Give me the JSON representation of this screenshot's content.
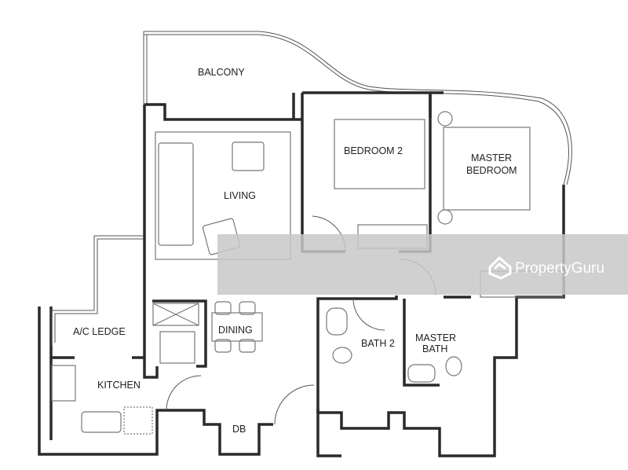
{
  "rooms": {
    "balcony": "BALCONY",
    "living": "LIVING",
    "bedroom2": "BEDROOM 2",
    "master_bedroom_line1": "MASTER",
    "master_bedroom_line2": "BEDROOM",
    "ac_ledge": "A/C LEDGE",
    "dining": "DINING",
    "kitchen": "KITCHEN",
    "bath2": "BATH 2",
    "master_bath_line1": "MASTER",
    "master_bath_line2": "BATH",
    "db": "DB"
  },
  "watermark": {
    "text": "PropertyGuru"
  },
  "colors": {
    "wall": "#2a2a2a",
    "watermark_band": "#c8c8c8"
  }
}
